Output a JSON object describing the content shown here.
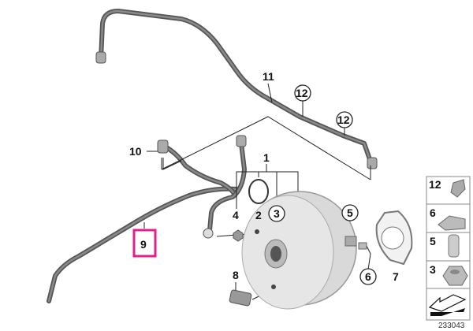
{
  "diagram": {
    "callouts": {
      "c1": "1",
      "c2": "2",
      "c3": "3",
      "c4": "4",
      "c5": "5",
      "c6": "6",
      "c7": "7",
      "c8": "8",
      "c9": "9",
      "c10": "10",
      "c11": "11",
      "c12a": "12",
      "c12b": "12"
    },
    "highlight_color": "#e0208c",
    "highlighted_part": "9"
  },
  "legend": {
    "items": [
      {
        "number": "12",
        "part": "connector"
      },
      {
        "number": "6",
        "part": "clip"
      },
      {
        "number": "5",
        "part": "sleeve"
      },
      {
        "number": "3",
        "part": "hex-nut"
      }
    ],
    "diagram_number": "233043"
  }
}
